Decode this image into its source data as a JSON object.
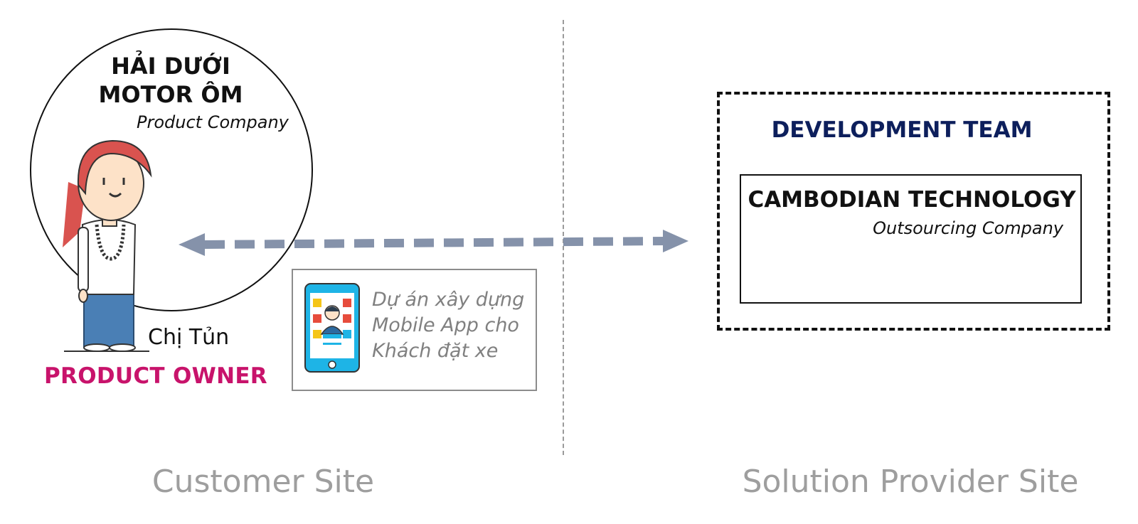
{
  "customer": {
    "company_line1": "HẢI DƯỚI",
    "company_line2": "MOTOR ÔM",
    "company_type": "Product Company",
    "person_name": "Chị Tủn",
    "role": "PRODUCT OWNER"
  },
  "project": {
    "description": "Dự án xây dựng Mobile App cho Khách đặt xe"
  },
  "provider": {
    "team_label": "DEVELOPMENT TEAM",
    "company_name": "CAMBODIAN TECHNOLOGY",
    "company_type": "Outsourcing Company"
  },
  "sites": {
    "customer": "Customer Site",
    "provider": "Solution Provider Site"
  },
  "colors": {
    "role": "#c8136b",
    "team_label": "#0d1f5c",
    "arrow": "#8592aa",
    "site_label": "#9e9e9e"
  },
  "icons": [
    "product-owner-person-icon",
    "mobile-app-icon",
    "bidirectional-arrow-icon"
  ]
}
